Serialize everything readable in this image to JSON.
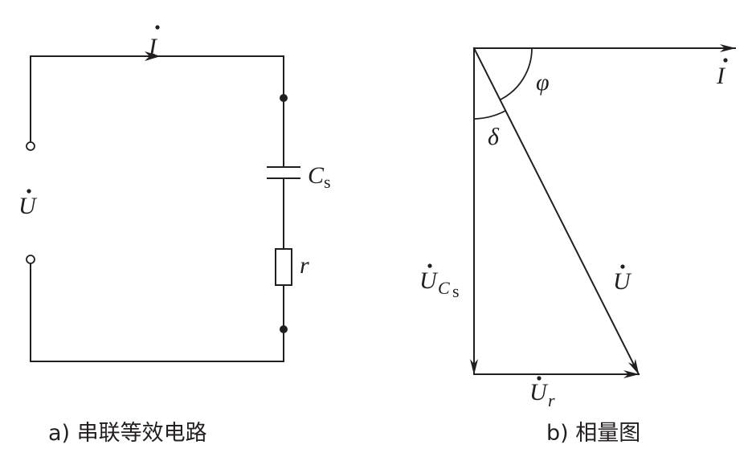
{
  "circuit": {
    "current_symbol": "I",
    "voltage_symbol": "U",
    "capacitor_symbol": "C",
    "capacitor_subscript": "s",
    "resistor_symbol": "r",
    "caption": "a) 串联等效电路"
  },
  "phasor": {
    "current_symbol": "I",
    "voltage_symbol": "U",
    "phi_symbol": "φ",
    "delta_symbol": "δ",
    "uc_main": "U",
    "uc_sub_main": "C",
    "uc_sub_sub": "s",
    "ur_main": "U",
    "ur_sub": "r",
    "caption": "b) 相量图"
  }
}
